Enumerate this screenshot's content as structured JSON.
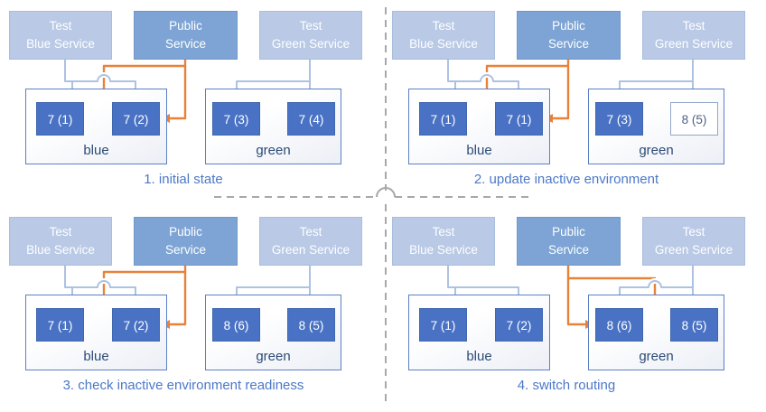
{
  "colors": {
    "light_box": "#b9c9e6",
    "light_box_border": "#a9bedd",
    "public_box": "#7da4d4",
    "public_box_border": "#6f98c9",
    "version_box": "#4a72c4",
    "version_box_border": "#3f66ae",
    "outline_border": "#95a6c8",
    "outline_text": "#4d6182",
    "env_border": "#5c80c4",
    "env_label": "#2d4b77",
    "caption": "#4c78c8",
    "arrow_light": "#adc2e2",
    "arrow_orange": "#e8823b",
    "dash": "#a8a8a8"
  },
  "panels": [
    {
      "caption": "1. initial state",
      "services": {
        "test_blue": [
          "Test",
          "Blue Service"
        ],
        "public": [
          "Public",
          "Service"
        ],
        "test_green": [
          "Test",
          "Green Service"
        ]
      },
      "blue_env": {
        "label": "blue",
        "versions": [
          {
            "text": "7 (1)",
            "style": "filled"
          },
          {
            "text": "7 (2)",
            "style": "filled"
          }
        ]
      },
      "green_env": {
        "label": "green",
        "versions": [
          {
            "text": "7 (3)",
            "style": "filled"
          },
          {
            "text": "7 (4)",
            "style": "filled"
          }
        ]
      },
      "public_routes_to": "blue"
    },
    {
      "caption": "2. update inactive environment",
      "services": {
        "test_blue": [
          "Test",
          "Blue Service"
        ],
        "public": [
          "Public",
          "Service"
        ],
        "test_green": [
          "Test",
          "Green Service"
        ]
      },
      "blue_env": {
        "label": "blue",
        "versions": [
          {
            "text": "7 (1)",
            "style": "filled"
          },
          {
            "text": "7 (1)",
            "style": "filled"
          }
        ]
      },
      "green_env": {
        "label": "green",
        "versions": [
          {
            "text": "7 (3)",
            "style": "filled"
          },
          {
            "text": "8 (5)",
            "style": "outlined"
          }
        ]
      },
      "public_routes_to": "blue"
    },
    {
      "caption": "3. check inactive environment readiness",
      "services": {
        "test_blue": [
          "Test",
          "Blue Service"
        ],
        "public": [
          "Public",
          "Service"
        ],
        "test_green": [
          "Test",
          "Green Service"
        ]
      },
      "blue_env": {
        "label": "blue",
        "versions": [
          {
            "text": "7 (1)",
            "style": "filled"
          },
          {
            "text": "7 (2)",
            "style": "filled"
          }
        ]
      },
      "green_env": {
        "label": "green",
        "versions": [
          {
            "text": "8 (6)",
            "style": "filled"
          },
          {
            "text": "8 (5)",
            "style": "filled"
          }
        ]
      },
      "public_routes_to": "blue"
    },
    {
      "caption": "4. switch routing",
      "services": {
        "test_blue": [
          "Test",
          "Blue Service"
        ],
        "public": [
          "Public",
          "Service"
        ],
        "test_green": [
          "Test",
          "Green Service"
        ]
      },
      "blue_env": {
        "label": "blue",
        "versions": [
          {
            "text": "7 (1)",
            "style": "filled"
          },
          {
            "text": "7 (2)",
            "style": "filled"
          }
        ]
      },
      "green_env": {
        "label": "green",
        "versions": [
          {
            "text": "8 (6)",
            "style": "filled"
          },
          {
            "text": "8 (5)",
            "style": "filled"
          }
        ]
      },
      "public_routes_to": "green"
    }
  ]
}
